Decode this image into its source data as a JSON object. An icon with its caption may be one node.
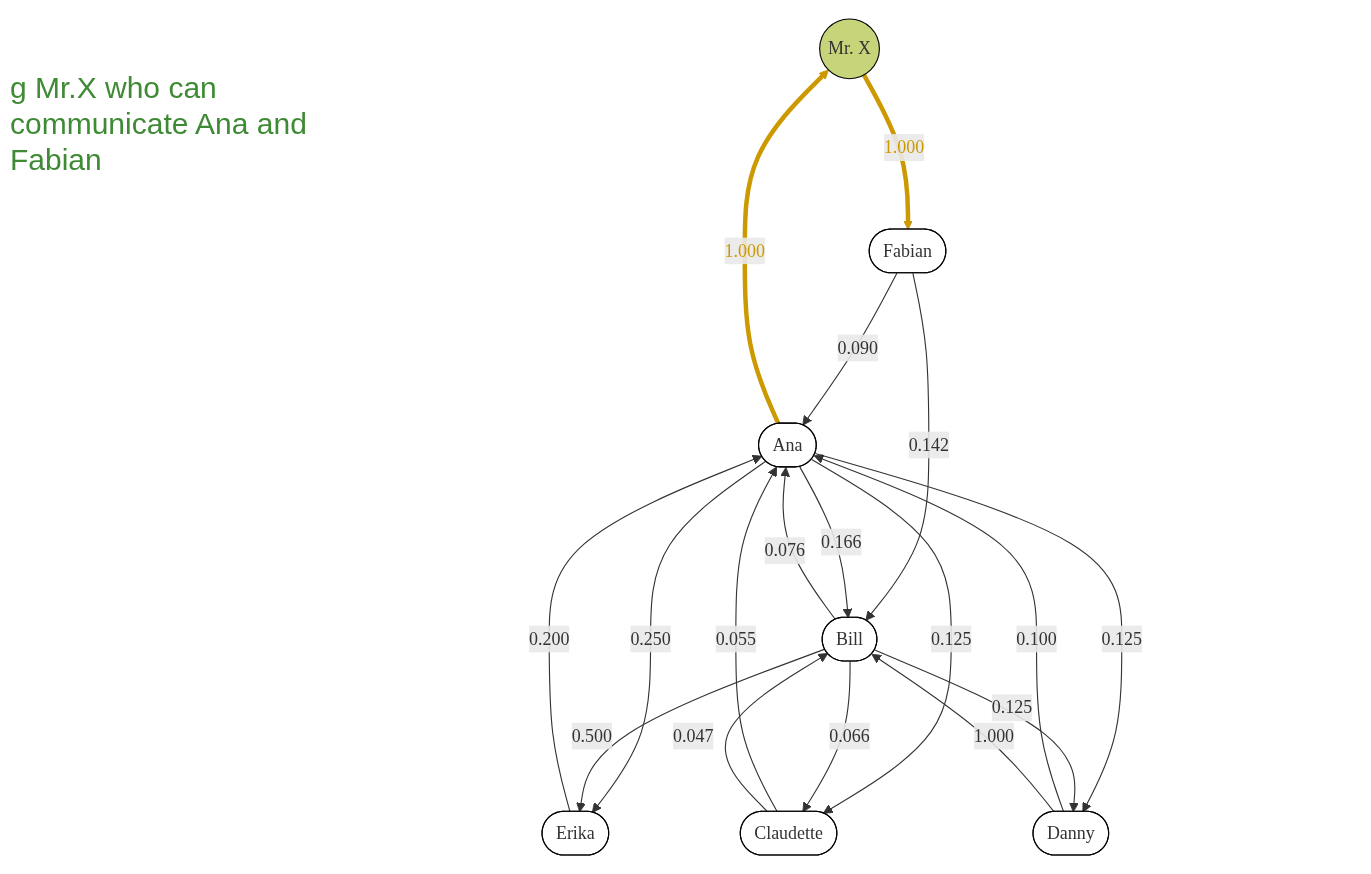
{
  "diagram": {
    "nodes": [
      {
        "text": [
          "Mr. X"
        ]
      },
      {
        "text": [
          "Fabian"
        ]
      },
      {
        "text": [
          "Ana"
        ]
      },
      {
        "text": [
          "Bill"
        ]
      },
      {
        "text": [
          "Erika"
        ]
      },
      {
        "text": [
          "Claudette"
        ]
      },
      {
        "text": [
          "Danny"
        ]
      }
    ],
    "edges": [
      {
        "from": 0,
        "to": 1,
        "arrow": "to",
        "label": "1.000",
        "style": "thick",
        "color": "#cc9900"
      },
      {
        "from": 2,
        "to": 0,
        "arrow": "to",
        "label": "1.000",
        "style": "thick",
        "color": "#cc9900"
      },
      {
        "from": 1,
        "to": 2,
        "arrow": "to",
        "label": "0.090"
      },
      {
        "from": 1,
        "to": 3,
        "arrow": "to",
        "label": "0.142"
      },
      {
        "from": 2,
        "to": 3,
        "arrow": "to",
        "label": "0.166"
      },
      {
        "from": 3,
        "to": 2,
        "arrow": "to",
        "label": "0.076"
      },
      {
        "from": 4,
        "to": 2,
        "arrow": "to",
        "label": "0.200"
      },
      {
        "from": 2,
        "to": 4,
        "arrow": "to",
        "label": "0.250"
      },
      {
        "from": 5,
        "to": 2,
        "arrow": "to",
        "label": "0.055"
      },
      {
        "from": 2,
        "to": 5,
        "arrow": "to",
        "label": "0.125"
      },
      {
        "from": 2,
        "to": 6,
        "arrow": "to",
        "label": "0.125"
      },
      {
        "from": 6,
        "to": 2,
        "arrow": "to",
        "label": "0.100"
      },
      {
        "from": 3,
        "to": 4,
        "arrow": "to",
        "label": "0.500"
      },
      {
        "from": 3,
        "to": 5,
        "arrow": "to",
        "label": "0.066"
      },
      {
        "from": 5,
        "to": 3,
        "arrow": "to",
        "label": "0.047"
      },
      {
        "from": 6,
        "to": 3,
        "arrow": "to",
        "label": "1.000"
      },
      {
        "from": 3,
        "to": 6,
        "arrow": "to",
        "label": "0.125"
      }
    ],
    "labels": [
      "g Mr.X who can communicate Ana and Fabian"
    ]
  }
}
